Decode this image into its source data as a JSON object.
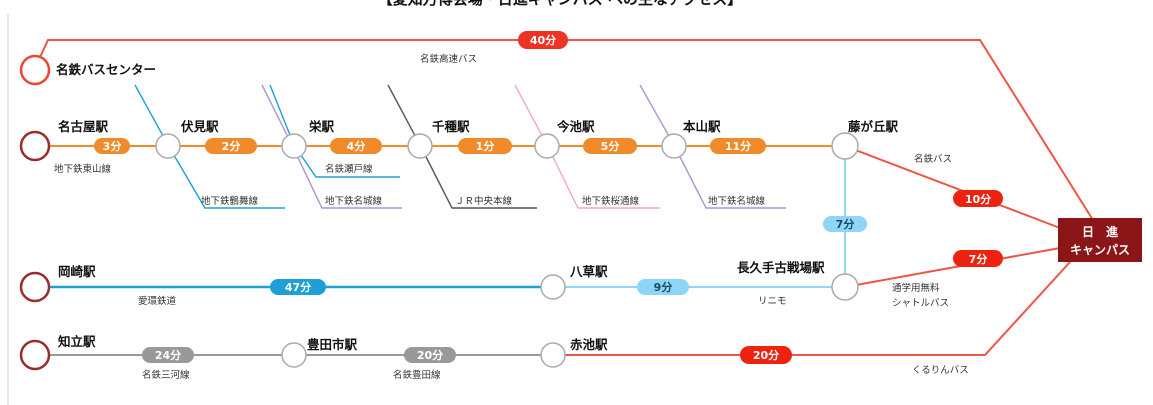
{
  "title": "【愛知万博会場・日進キャンパス への主なアクセス】",
  "colors": {
    "orange": "#f08a2a",
    "red": "#ee5544",
    "red_dark": "#c8332b",
    "blue": "#1ea0d6",
    "light_blue": "#8ed6f5",
    "gray": "#999999",
    "campus": "#8b1517",
    "pink": "#f5a6cf",
    "purple": "#b492cf",
    "dark_gray": "#555555"
  },
  "campus": {
    "line1": "日　進",
    "line2": "キャンパス"
  },
  "stations": {
    "meitetsu_bus_center": "名鉄バスセンター",
    "nagoya": "名古屋駅",
    "fushimi": "伏見駅",
    "sakae": "栄駅",
    "chikusa": "千種駅",
    "imaike": "今池駅",
    "motoyama": "本山駅",
    "fujigaoka": "藤が丘駅",
    "okazaki": "岡崎駅",
    "yagusa": "八草駅",
    "nagakute": "長久手古戦場駅",
    "chiryu": "知立駅",
    "toyotashi": "豊田市駅",
    "akaike": "赤池駅"
  },
  "times": {
    "express_bus": "40分",
    "nagoya_fushimi": "3分",
    "fushimi_sakae": "2分",
    "sakae_chikusa": "4分",
    "chikusa_imaike": "1分",
    "imaike_motoyama": "5分",
    "motoyama_fujigaoka": "11分",
    "fujigaoka_nagakute": "7分",
    "fujigaoka_campus": "10分",
    "nagakute_campus": "7分",
    "okazaki_yagusa": "47分",
    "yagusa_nagakute": "9分",
    "chiryu_toyotashi": "24分",
    "toyotashi_akaike": "20分",
    "akaike_campus": "20分"
  },
  "line_names": {
    "express_bus": "名鉄高速バス",
    "higashiyama": "地下鉄東山線",
    "tsurumai": "地下鉄鶴舞線",
    "meiko": "地下鉄名城線",
    "sakuradori": "地下鉄桜通線",
    "seto": "名鉄瀬戸線",
    "jr_chuo": "ＪＲ中央本線",
    "meijo": "地下鉄名城線",
    "meitetsu_bus": "名鉄バス",
    "aikan": "愛環鉄道",
    "linimo": "リニモ",
    "shuttle_1": "通学用無料",
    "shuttle_2": "シャトルバス",
    "mikawa": "名鉄三河線",
    "toyota": "名鉄豊田線",
    "kururin": "くるりんバス"
  }
}
